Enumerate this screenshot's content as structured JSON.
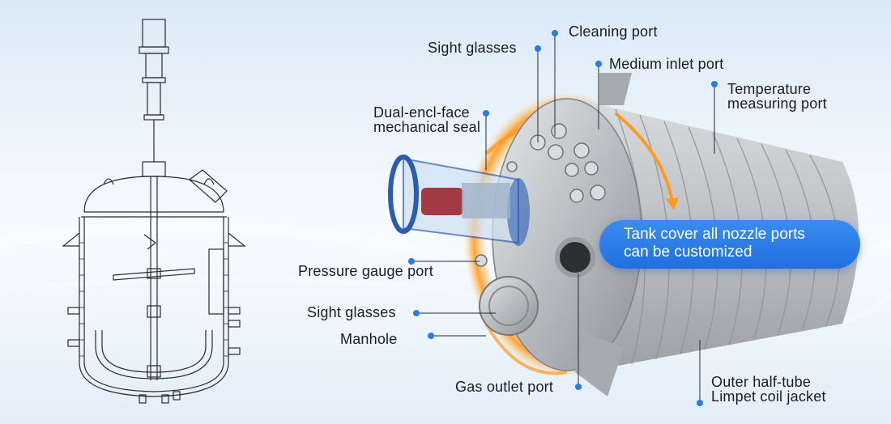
{
  "labels": {
    "cleaning_port": "Cleaning port",
    "sight_glasses_top": "Sight  glasses",
    "medium_inlet_port": "Medium inlet port",
    "temperature_port_1": "Temperature",
    "temperature_port_2": "measuring port",
    "seal_1": "Dual-encl-face",
    "seal_2": "mechanical seal",
    "pressure_gauge_port": "Pressure gauge port",
    "sight_glasses_bottom": "Sight  glasses",
    "manhole": "Manhole",
    "gas_outlet_port": "Gas outlet port",
    "jacket_1": "Outer half-tube",
    "jacket_2": "Limpet coil jacket"
  },
  "callout": {
    "line1": "Tank cover all nozzle ports",
    "line2": "can be customized"
  },
  "colors": {
    "accent": "#1f6fe0",
    "dot": "#2a7be4",
    "glow": "#ff9a1f",
    "steel": "#b9bcc0"
  }
}
